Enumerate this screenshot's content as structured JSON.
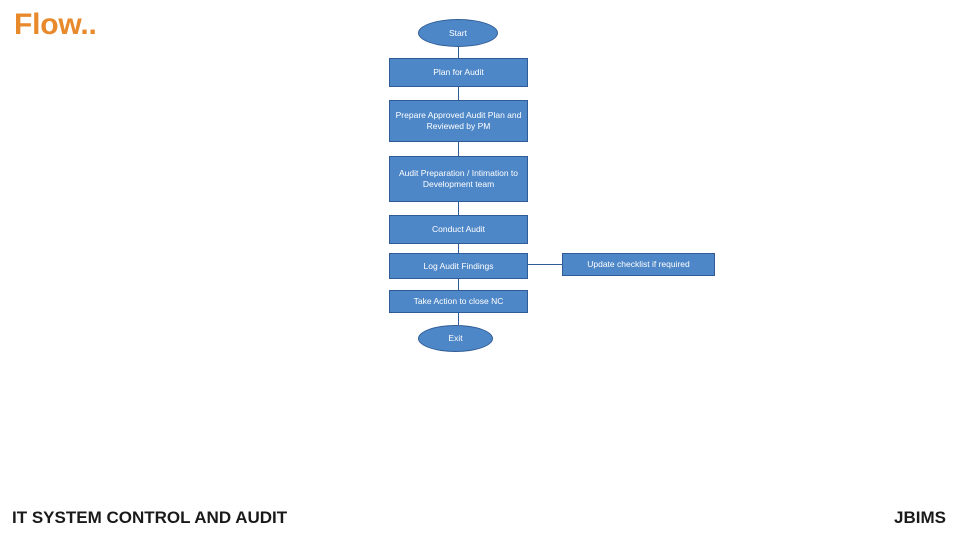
{
  "slide": {
    "title": "Flow..",
    "footer_left": "IT SYSTEM CONTROL AND AUDIT",
    "footer_right": "JBIMS",
    "accent_color": "#E8892B",
    "node_fill": "#4E87C7",
    "node_border": "#2F5C96",
    "node_text_color": "#FFFFFF"
  },
  "flowchart": {
    "nodes": [
      {
        "id": "start",
        "label": "Start",
        "shape": "terminator"
      },
      {
        "id": "plan",
        "label": "Plan for Audit",
        "shape": "process"
      },
      {
        "id": "prepare",
        "label": "Prepare Approved Audit Plan and Reviewed by PM",
        "shape": "process"
      },
      {
        "id": "intimation",
        "label": "Audit Preparation / Intimation to Development team",
        "shape": "process"
      },
      {
        "id": "conduct",
        "label": "Conduct Audit",
        "shape": "process"
      },
      {
        "id": "log",
        "label": "Log Audit Findings",
        "shape": "process"
      },
      {
        "id": "update",
        "label": "Update checklist if required",
        "shape": "process"
      },
      {
        "id": "action",
        "label": "Take Action to close NC",
        "shape": "process"
      },
      {
        "id": "exit",
        "label": "Exit",
        "shape": "terminator"
      }
    ],
    "edges": [
      {
        "from": "start",
        "to": "plan"
      },
      {
        "from": "plan",
        "to": "prepare"
      },
      {
        "from": "prepare",
        "to": "intimation"
      },
      {
        "from": "intimation",
        "to": "conduct"
      },
      {
        "from": "conduct",
        "to": "log"
      },
      {
        "from": "log",
        "to": "update"
      },
      {
        "from": "log",
        "to": "action"
      },
      {
        "from": "action",
        "to": "exit"
      }
    ]
  }
}
